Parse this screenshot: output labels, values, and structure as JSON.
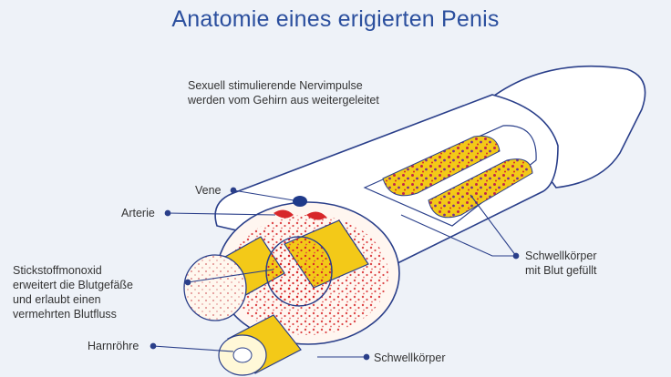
{
  "title": "Anatomie eines erigierten Penis",
  "labels": {
    "nerve_line1": "Sexuell stimulierende Nervimpulse",
    "nerve_line2": "werden vom Gehirn aus weitergeleitet",
    "vene": "Vene",
    "arterie": "Arterie",
    "stickstoff_line1": "Stickstoffmonoxid",
    "stickstoff_line2": "erweitert die Blutgefäße",
    "stickstoff_line3": "und erlaubt einen",
    "stickstoff_line4": "vermehrten Blutfluss",
    "harnroehre": "Harnröhre",
    "schwell_gefuellt_line1": "Schwellkörper",
    "schwell_gefuellt_line2": "mit Blut gefüllt",
    "schwellkoerper": "Schwellkörper"
  },
  "colors": {
    "title": "#2b4f9e",
    "background": "#eef2f8",
    "skin": "#ffffff",
    "outline": "#2a3f8a",
    "spongy": "#f3c918",
    "blood": "#d7272a",
    "vein": "#1f3a8a"
  }
}
